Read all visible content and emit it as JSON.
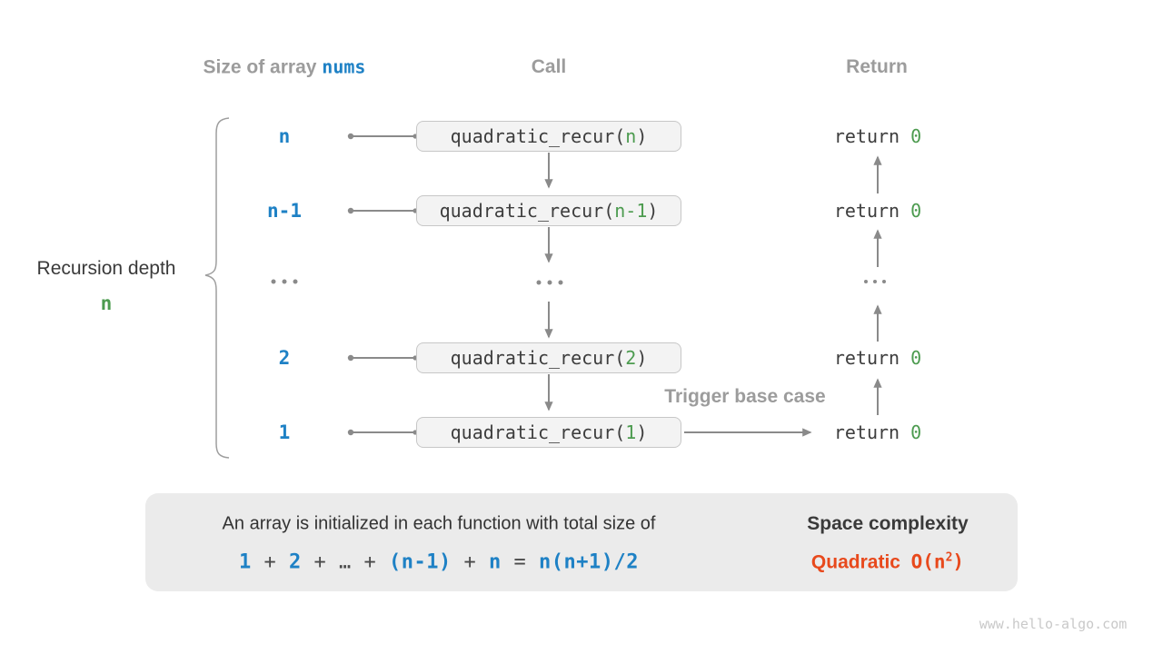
{
  "colors": {
    "blue": "#1e81c5",
    "green": "#4c9b4f",
    "orange": "#e8491c",
    "header_gray": "#9c9c9c",
    "line_gray": "#8a8a8a",
    "box_bg": "#f3f3f3",
    "panel_bg": "#ebebeb"
  },
  "headers": {
    "size_prefix": "Size of array ",
    "size_code": "nums",
    "call": "Call",
    "return": "Return"
  },
  "depth": {
    "label": "Recursion depth",
    "value": "n"
  },
  "call_fn": {
    "prefix": "quadratic_recur(",
    "suffix": ")"
  },
  "rows": [
    {
      "size": "n",
      "arg": "n",
      "ret_kw": "return ",
      "ret_val": "0"
    },
    {
      "size": "n-1",
      "arg": "n-1",
      "ret_kw": "return ",
      "ret_val": "0"
    },
    {
      "size": "2",
      "arg": "2",
      "ret_kw": "return ",
      "ret_val": "0"
    },
    {
      "size": "1",
      "arg": "1",
      "ret_kw": "return ",
      "ret_val": "0"
    }
  ],
  "trigger": {
    "label": "Trigger base case"
  },
  "summary": {
    "line1": "An array is initialized in each function with total size of",
    "formula": [
      {
        "t": "1",
        "c": "blue"
      },
      {
        "t": " + ",
        "c": "dark"
      },
      {
        "t": "2",
        "c": "blue"
      },
      {
        "t": " + ",
        "c": "dark"
      },
      {
        "t": "…",
        "c": "dark"
      },
      {
        "t": " + ",
        "c": "dark"
      },
      {
        "t": "(n-1)",
        "c": "blue"
      },
      {
        "t": " + ",
        "c": "dark"
      },
      {
        "t": "n",
        "c": "blue"
      },
      {
        "t": " = ",
        "c": "dark"
      },
      {
        "t": "n(n+1)/2",
        "c": "blue"
      }
    ],
    "space_title": "Space complexity",
    "space_name": "Quadratic  ",
    "big_o_open": "O(n",
    "big_o_exp": "2",
    "big_o_close": ")"
  },
  "watermark": "www.hello-algo.com"
}
